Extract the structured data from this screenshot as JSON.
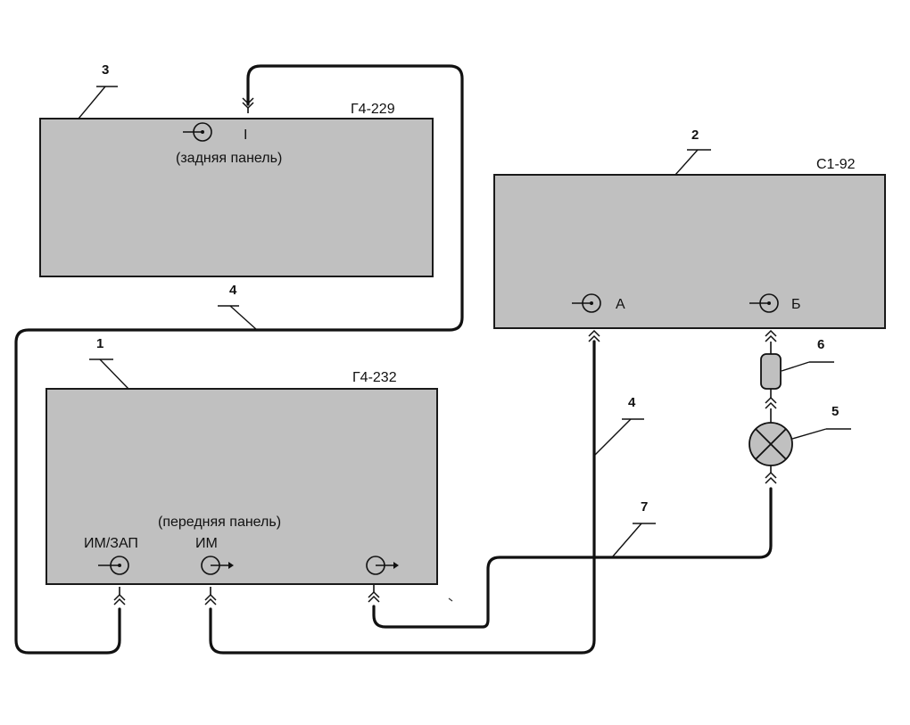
{
  "devices": {
    "g4_229": {
      "name": "Г4-229",
      "panel": "(задняя панель)",
      "connector": "I"
    },
    "s1_92": {
      "name": "С1-92",
      "input_a": "А",
      "input_b": "Б"
    },
    "g4_232": {
      "name": "Г4-232",
      "panel": "(передняя панель)",
      "im_zap": "ИМ/ЗАП",
      "im": "ИМ"
    }
  },
  "callouts": {
    "n1": "1",
    "n2": "2",
    "n3": "3",
    "n4a": "4",
    "n4b": "4",
    "n5": "5",
    "n6": "6",
    "n7": "7"
  }
}
